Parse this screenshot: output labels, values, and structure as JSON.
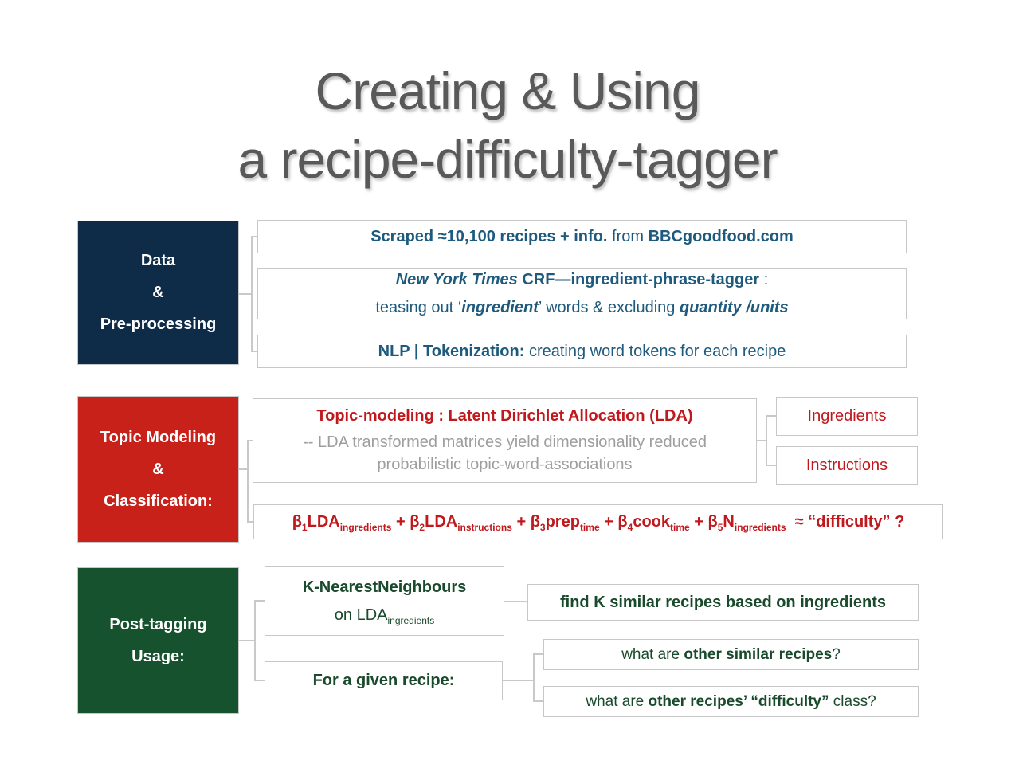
{
  "title": {
    "line1": "Creating & Using",
    "line2": "a recipe-difficulty-tagger"
  },
  "palette": {
    "navy_fill": "#0e2b47",
    "red_fill": "#c8211a",
    "green_fill": "#15522d",
    "blue_text": "#1e5a7d",
    "red_text": "#c0181c",
    "green_text": "#1a4a2c",
    "gray_text": "#9e9e9e",
    "title_gray": "#595959",
    "connector_gray": "#c9c9c9"
  },
  "data_section": {
    "label_lines": [
      "Data",
      "&",
      "Pre-processing"
    ],
    "scraped": [
      {
        "t": "Scraped ≈10,100 recipes + info.",
        "b": 1
      },
      {
        "t": " from ",
        "b": 0
      },
      {
        "t": "BBCgoodfood.com",
        "b": 1
      }
    ],
    "nyt_line1": [
      {
        "t": "New York Times",
        "b": 1,
        "i": 1
      },
      {
        "t": " CRF—ingredient-phrase-tagger",
        "b": 1
      },
      {
        "t": " :",
        "b": 0
      }
    ],
    "nyt_line2": [
      {
        "t": "teasing out ‘"
      },
      {
        "t": "ingredient",
        "b": 1,
        "i": 1
      },
      {
        "t": "’ words & excluding "
      },
      {
        "t": "quantity /units",
        "b": 1,
        "i": 1
      }
    ],
    "nlp": [
      {
        "t": "NLP | Tokenization:",
        "b": 1
      },
      {
        "t": " creating word tokens for each recipe"
      }
    ]
  },
  "topic_section": {
    "label_lines": [
      "Topic Modeling",
      "&",
      "Classification:"
    ],
    "lda_title": [
      {
        "t": "Topic-modeling : Latent Dirichlet Allocation (LDA)",
        "b": 1
      }
    ],
    "lda_body": [
      {
        "t": "-- LDA transformed matrices yield dimensionality reduced probabilistic topic-word-associations"
      }
    ],
    "ingredients_label": "Ingredients",
    "instructions_label": "Instructions",
    "formula": [
      {
        "t": "β"
      },
      {
        "t": "1",
        "sub": 1
      },
      {
        "t": "LDA"
      },
      {
        "t": "ingredients",
        "sub": 1
      },
      {
        "t": " + "
      },
      {
        "t": "β"
      },
      {
        "t": "2",
        "sub": 1
      },
      {
        "t": "LDA"
      },
      {
        "t": "instructions",
        "sub": 1
      },
      {
        "t": " + "
      },
      {
        "t": "β"
      },
      {
        "t": "3",
        "sub": 1
      },
      {
        "t": "prep"
      },
      {
        "t": "time",
        "sub": 1
      },
      {
        "t": " + "
      },
      {
        "t": "β"
      },
      {
        "t": "4",
        "sub": 1
      },
      {
        "t": "cook"
      },
      {
        "t": "time",
        "sub": 1
      },
      {
        "t": " + "
      },
      {
        "t": "β"
      },
      {
        "t": "5",
        "sub": 1
      },
      {
        "t": "N"
      },
      {
        "t": "ingredients",
        "sub": 1
      },
      {
        "t": "  ≈ “difficulty” ?"
      }
    ]
  },
  "usage_section": {
    "label_lines": [
      "Post-tagging",
      "Usage:"
    ],
    "knn_title": [
      {
        "t": "K-NearestNeighbours",
        "b": 1
      }
    ],
    "knn_sub": [
      {
        "t": "on LDA"
      },
      {
        "t": "ingredients",
        "sub": 1
      }
    ],
    "find_k": [
      {
        "t": "find K similar recipes based on ingredients",
        "b": 1
      }
    ],
    "given_recipe": [
      {
        "t": "For a given recipe:",
        "b": 1
      }
    ],
    "q_similar": [
      {
        "t": "what are "
      },
      {
        "t": "other similar recipes",
        "b": 1
      },
      {
        "t": "?"
      }
    ],
    "q_difficulty": [
      {
        "t": "what are "
      },
      {
        "t": "other recipes’ “difficulty”",
        "b": 1
      },
      {
        "t": " class?"
      }
    ]
  }
}
